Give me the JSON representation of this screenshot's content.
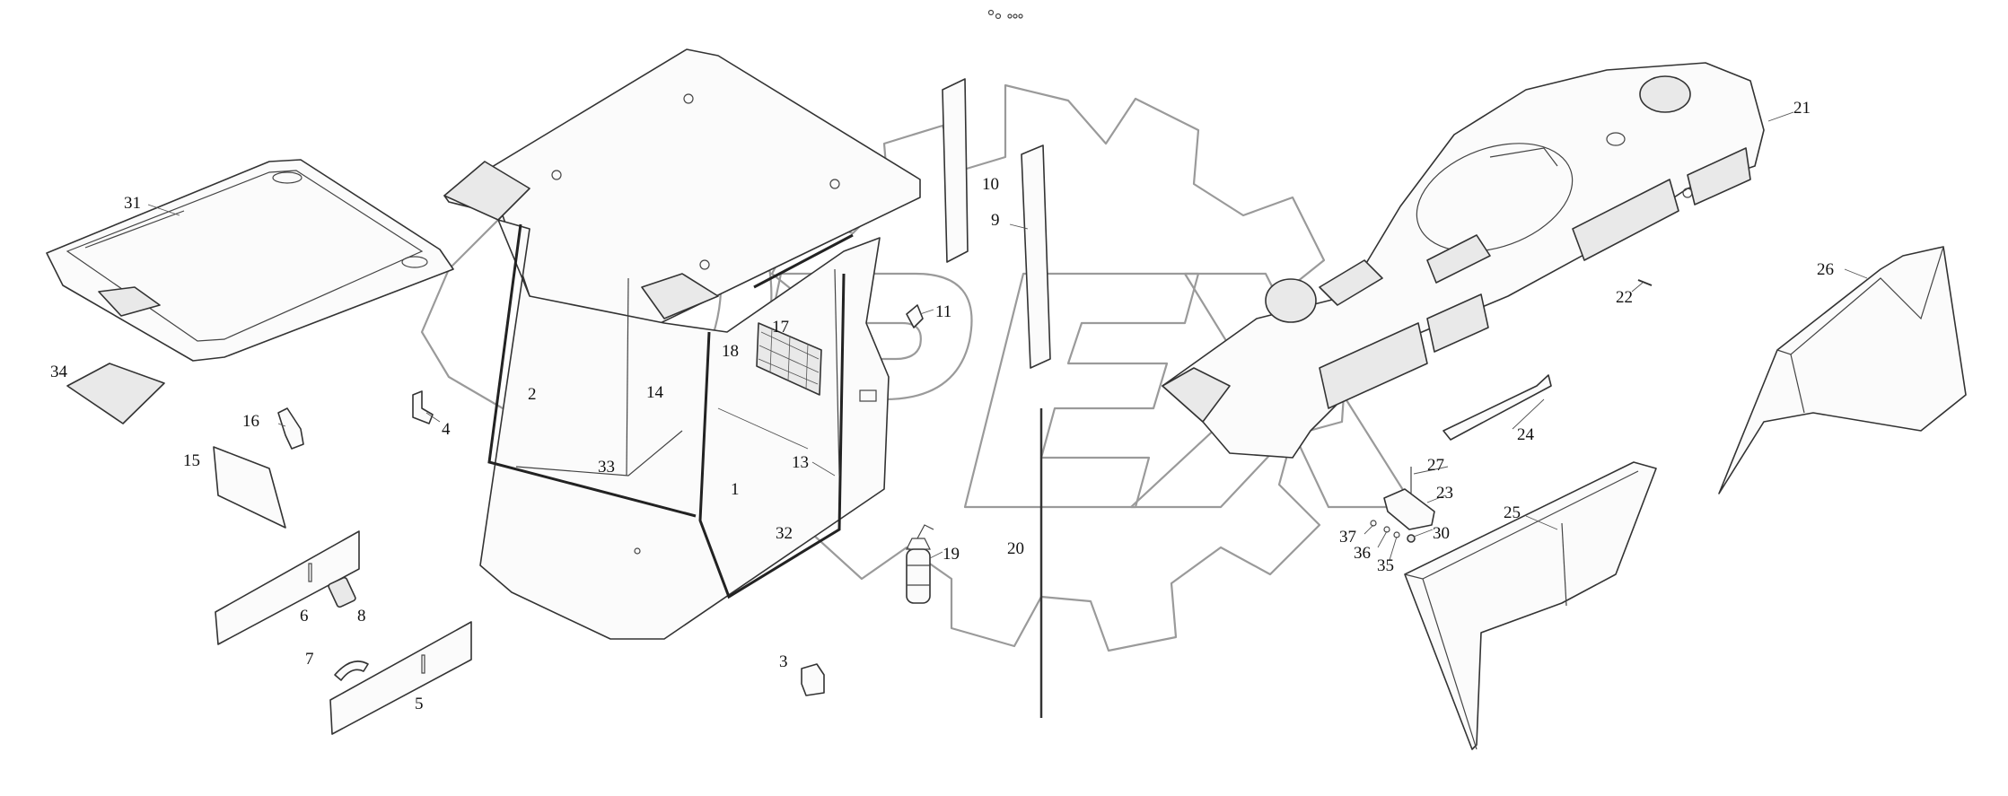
{
  "watermark": {
    "text": "OPEX",
    "color": "#9a9a9a"
  },
  "colors": {
    "line": "#333333",
    "background": "#ffffff",
    "watermark": "#9a9a9a"
  },
  "callouts": [
    {
      "id": "1",
      "text": "1"
    },
    {
      "id": "2",
      "text": "2"
    },
    {
      "id": "3",
      "text": "3"
    },
    {
      "id": "4",
      "text": "4"
    },
    {
      "id": "5",
      "text": "5"
    },
    {
      "id": "6",
      "text": "6"
    },
    {
      "id": "7",
      "text": "7"
    },
    {
      "id": "8",
      "text": "8"
    },
    {
      "id": "9",
      "text": "9"
    },
    {
      "id": "10",
      "text": "10"
    },
    {
      "id": "11",
      "text": "11"
    },
    {
      "id": "13",
      "text": "13"
    },
    {
      "id": "14",
      "text": "14"
    },
    {
      "id": "15",
      "text": "15"
    },
    {
      "id": "16",
      "text": "16"
    },
    {
      "id": "17",
      "text": "17"
    },
    {
      "id": "18",
      "text": "18"
    },
    {
      "id": "19",
      "text": "19"
    },
    {
      "id": "20",
      "text": "20"
    },
    {
      "id": "21",
      "text": "21"
    },
    {
      "id": "22",
      "text": "22"
    },
    {
      "id": "23",
      "text": "23"
    },
    {
      "id": "24",
      "text": "24"
    },
    {
      "id": "25",
      "text": "25"
    },
    {
      "id": "26",
      "text": "26"
    },
    {
      "id": "27",
      "text": "27"
    },
    {
      "id": "30",
      "text": "30"
    },
    {
      "id": "31",
      "text": "31"
    },
    {
      "id": "32",
      "text": "32"
    },
    {
      "id": "33",
      "text": "33"
    },
    {
      "id": "34",
      "text": "34"
    },
    {
      "id": "35",
      "text": "35"
    },
    {
      "id": "36",
      "text": "36"
    },
    {
      "id": "37",
      "text": "37"
    }
  ]
}
